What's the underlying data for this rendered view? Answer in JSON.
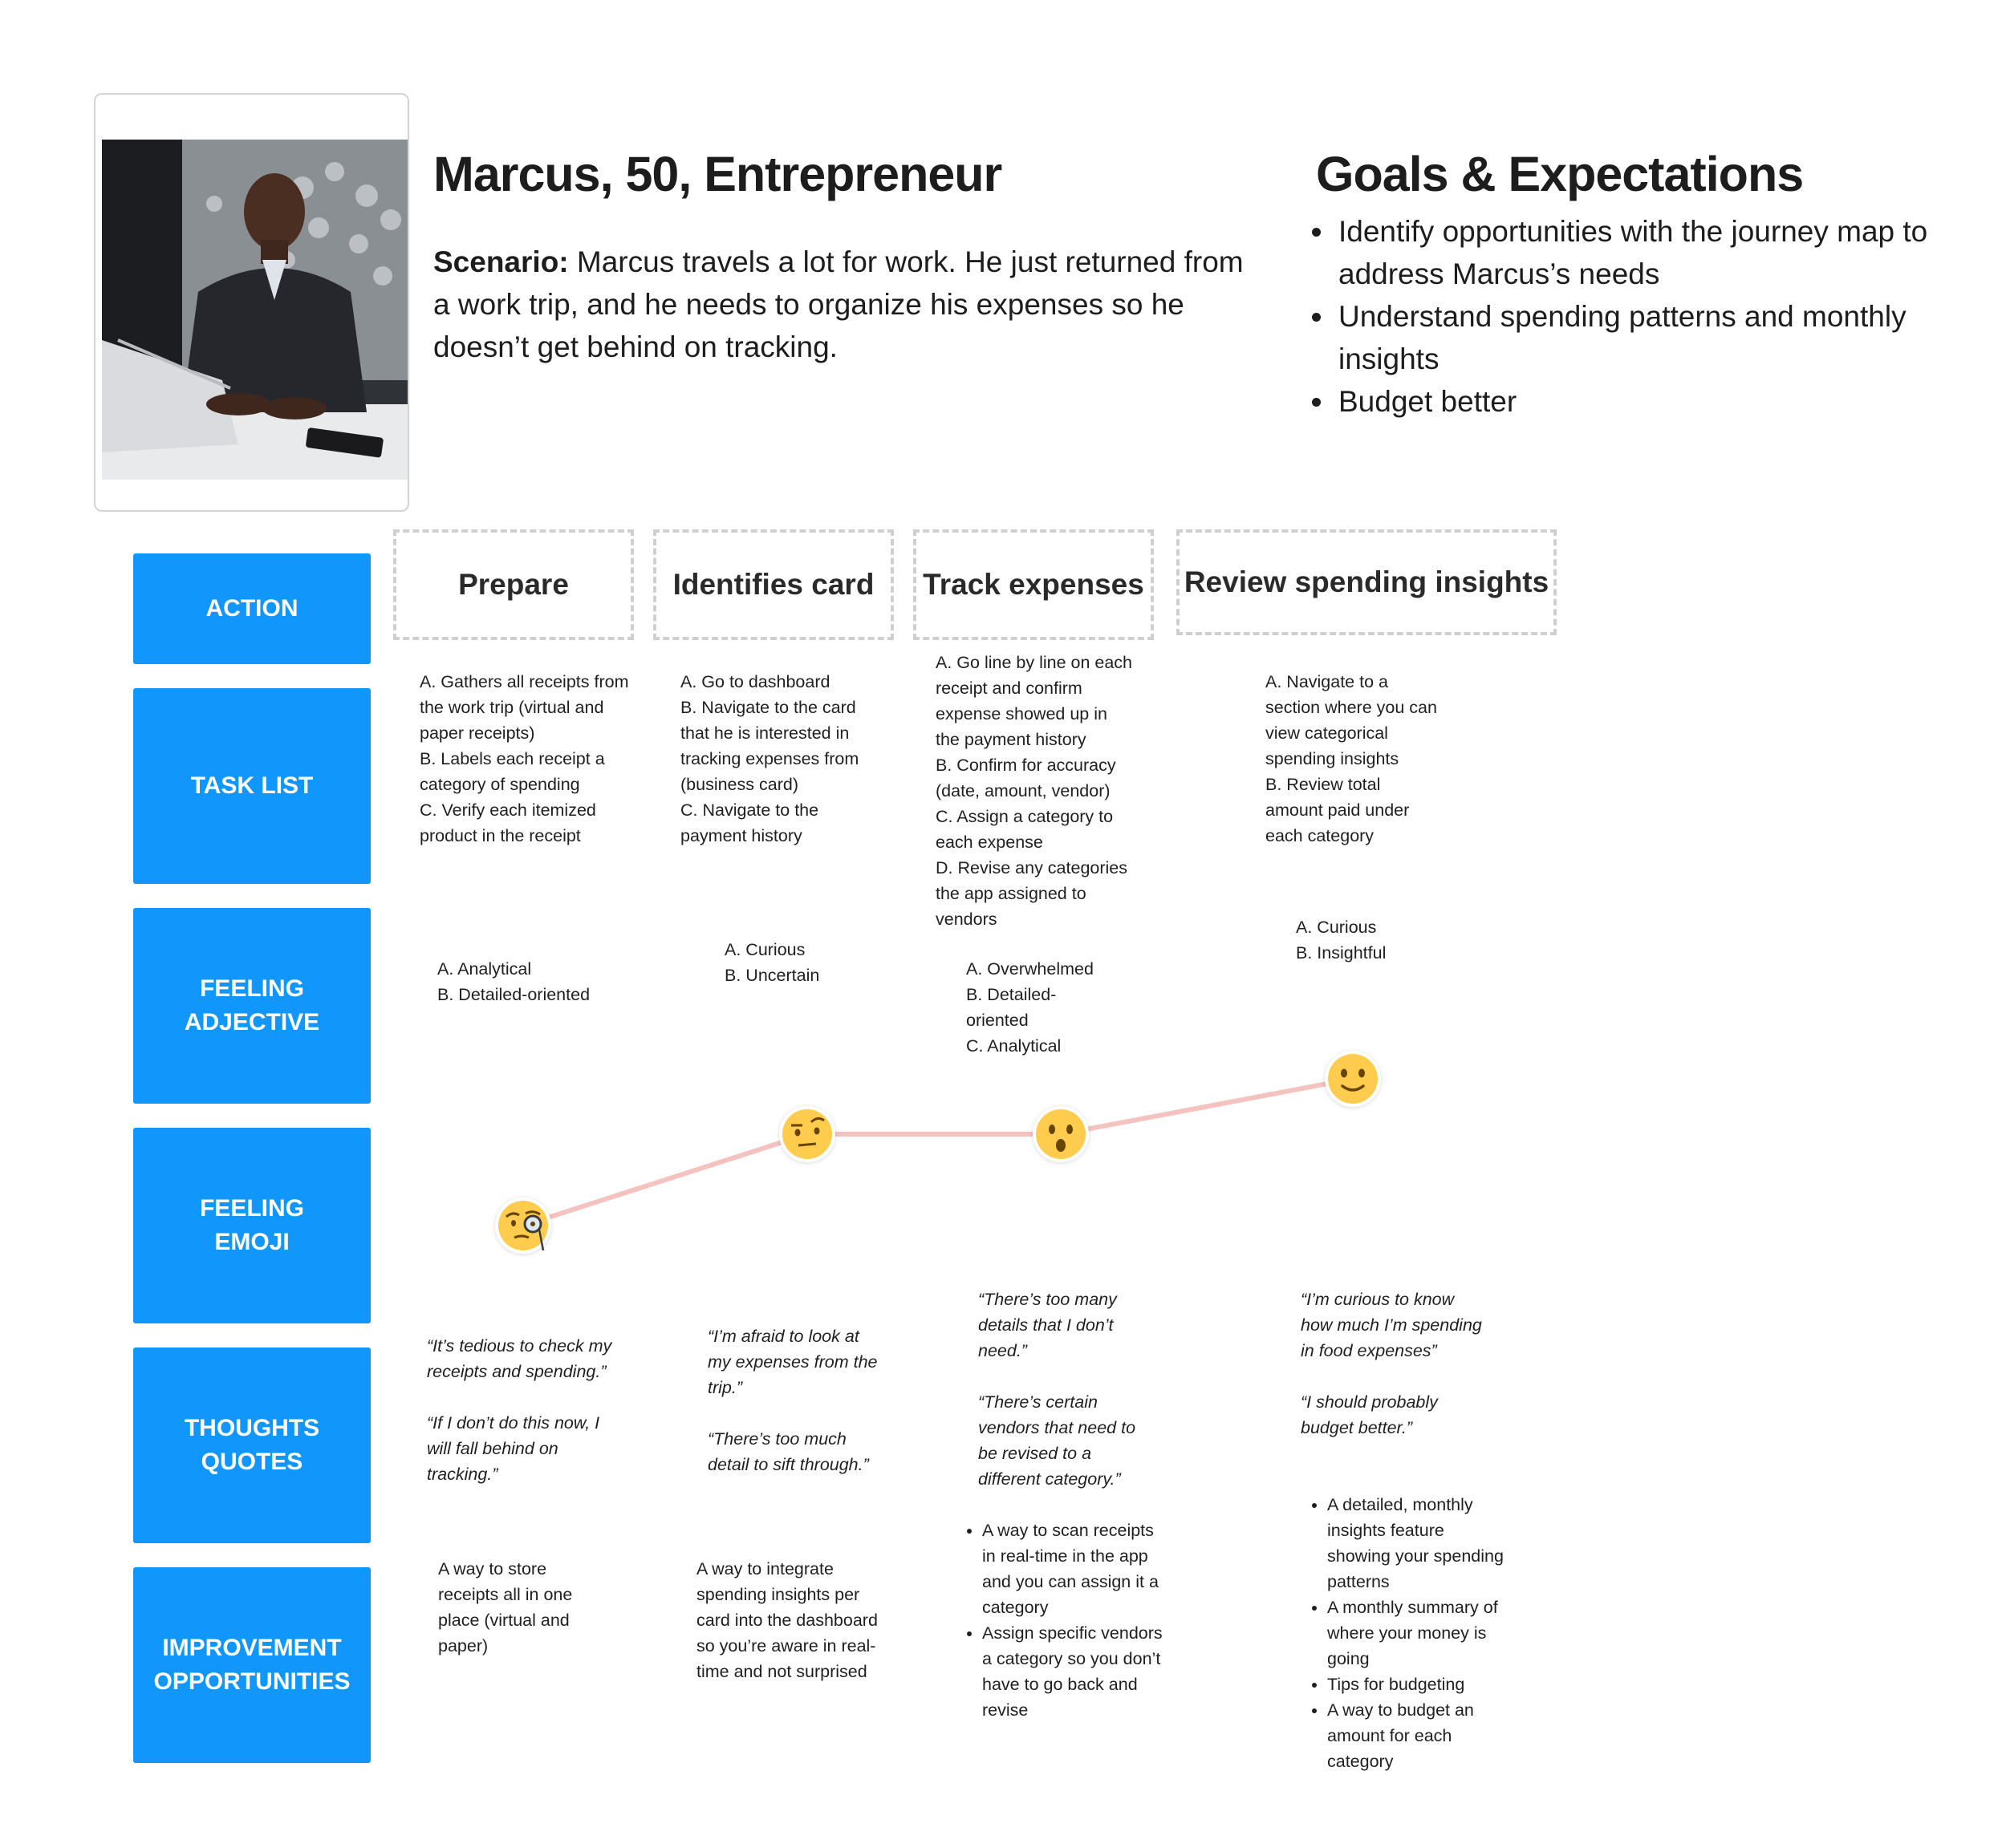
{
  "persona": {
    "title": "Marcus, 50, Entrepreneur",
    "scenario_label": "Scenario:",
    "scenario_text": " Marcus travels a lot for work. He just returned from a work trip, and he needs to organize his expenses so he doesn’t get behind on tracking.",
    "photo_icon": "person-at-laptop-photo"
  },
  "goals": {
    "title": "Goals & Expectations",
    "items": [
      "Identify opportunities with the journey map to address Marcus’s needs",
      "Understand spending patterns and monthly insights",
      "Budget better"
    ]
  },
  "row_labels": {
    "action": "ACTION",
    "task_list": "TASK LIST",
    "feeling_adjective": "FEELING\nADJECTIVE",
    "feeling_emoji": "FEELING\nEMOJI",
    "thoughts_quotes": "THOUGHTS\nQUOTES",
    "improvement": "IMPROVEMENT\nOPPORTUNITIES"
  },
  "colors": {
    "label_bg": "#1196fb",
    "emoji_line": "#f4c2bf",
    "emoji_face": "#ffcc4d"
  },
  "stages": [
    {
      "name": "Prepare",
      "tasks": "A. Gathers all receipts from\nthe work trip (virtual and\npaper receipts)\nB. Labels each receipt a\ncategory of spending\nC. Verify each itemized\nproduct in the receipt",
      "feelings": "A. Analytical\nB. Detailed-oriented",
      "emoji": "face-with-monocle-icon",
      "quotes": "“It’s tedious to check my\nreceipts and spending.”\n\n“If I don’t do this now, I\nwill fall behind on\ntracking.”",
      "improvement": "A way to store\nreceipts all in one\nplace (virtual and\npaper)"
    },
    {
      "name": "Identifies card",
      "tasks": "A. Go to dashboard\nB. Navigate to the card\nthat he is interested in\ntracking expenses from\n(business card)\nC. Navigate to the\npayment history",
      "feelings": "A. Curious\nB. Uncertain",
      "emoji": "face-with-raised-eyebrow-icon",
      "quotes": "“I’m afraid to look at\nmy expenses from the\ntrip.”\n\n“There’s too much\ndetail to sift through.”",
      "improvement": "A way to integrate\nspending insights per\ncard into the dashboard\nso you’re aware in real-\ntime and not surprised"
    },
    {
      "name": "Track expenses",
      "tasks": "A. Go line by line on each\nreceipt and confirm\nexpense showed up in\nthe payment history\nB. Confirm for accuracy\n(date, amount, vendor)\nC. Assign a category to\neach expense\nD. Revise any categories\nthe app assigned to\nvendors",
      "feelings": "A. Overwhelmed\nB. Detailed-\noriented\nC. Analytical",
      "emoji": "hushed-face-icon",
      "quotes": "“There’s too many\ndetails that I don’t\nneed.”\n\n“There’s certain\nvendors that need to\nbe revised to a\ndifferent category.”",
      "improvement_list": [
        "A way to scan receipts in real-time in the app and you can assign it a category",
        "Assign specific vendors a category so you don’t have to go back and revise"
      ]
    },
    {
      "name": "Review spending insights",
      "tasks": "A. Navigate to a\nsection where you can\nview categorical\nspending insights\nB. Review total\namount paid under\neach category",
      "feelings": "A. Curious\nB. Insightful",
      "emoji": "slightly-smiling-face-icon",
      "quotes": "“I’m curious to know\nhow much I’m spending\nin food expenses”\n\n“I should probably\nbudget better.”",
      "improvement_list": [
        "A detailed, monthly insights feature showing your spending patterns",
        "A monthly summary of where your money is going",
        "Tips for budgeting",
        "A way to budget an amount for each category"
      ]
    }
  ]
}
